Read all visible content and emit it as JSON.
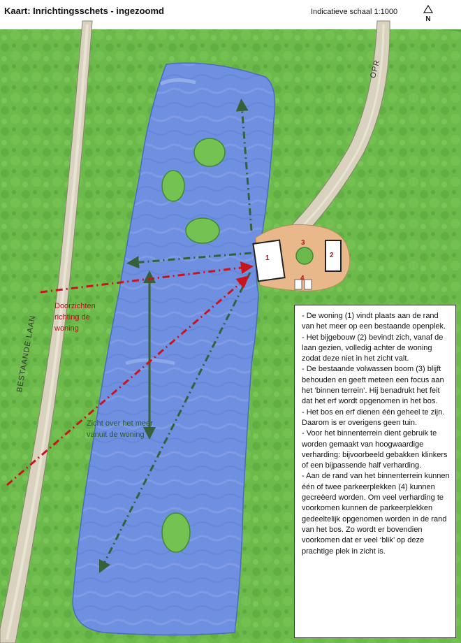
{
  "header": {
    "title": "Kaart: Inrichtingsschets - ingezoomd",
    "scale": "Indicatieve schaal 1:1000",
    "north_letter": "N"
  },
  "map": {
    "road_labels": [
      "BESTAANDE LAAN",
      "OPR"
    ],
    "markers": [
      "1",
      "2",
      "3",
      "4"
    ],
    "annotation_red": "Doorzichten richting de woning",
    "annotation_green": "Zicht over het meer vanuit de woning",
    "colors": {
      "forest": "#6cba4b",
      "forest_dark": "#3f8a32",
      "lake": "#6f8fe0",
      "lake_light": "#9fb8ef",
      "yard": "#e8b88a",
      "road": "#d8d2bf",
      "red_line": "#c8141f",
      "green_line": "#35603a"
    }
  },
  "legend": {
    "items": [
      "- De woning (1) vindt plaats aan de rand van het meer op een bestaande openplek.",
      "- Het bijgebouw (2) bevindt zich, vanaf de laan gezien, volledig achter de woning zodat deze niet in het zicht valt.",
      "- De bestaande volwassen boom (3) blijft behouden en geeft meteen een focus aan het ‘binnen terrein’. Hij benadrukt het feit dat het erf wordt opgenomen in het bos.",
      "- Het bos en erf dienen één geheel te zijn. Daarom is er overigens geen tuin.",
      "- Voor het binnenterrein dient gebruik te worden gemaakt van hoogwaardige verharding: bijvoorbeeld gebakken klinkers of een bijpassende half verharding.",
      "- Aan de rand van het binnenterrein kunnen één of twee parkeerplekken (4) kunnen gecreëerd worden. Om veel verharding te voorkomen kunnen de parkeerplekken gedeeltelijk opgenomen worden in de rand van het bos. Zo wordt er bovendien voorkomen dat er veel ‘blik’ op deze prachtige plek in zicht is."
    ]
  }
}
